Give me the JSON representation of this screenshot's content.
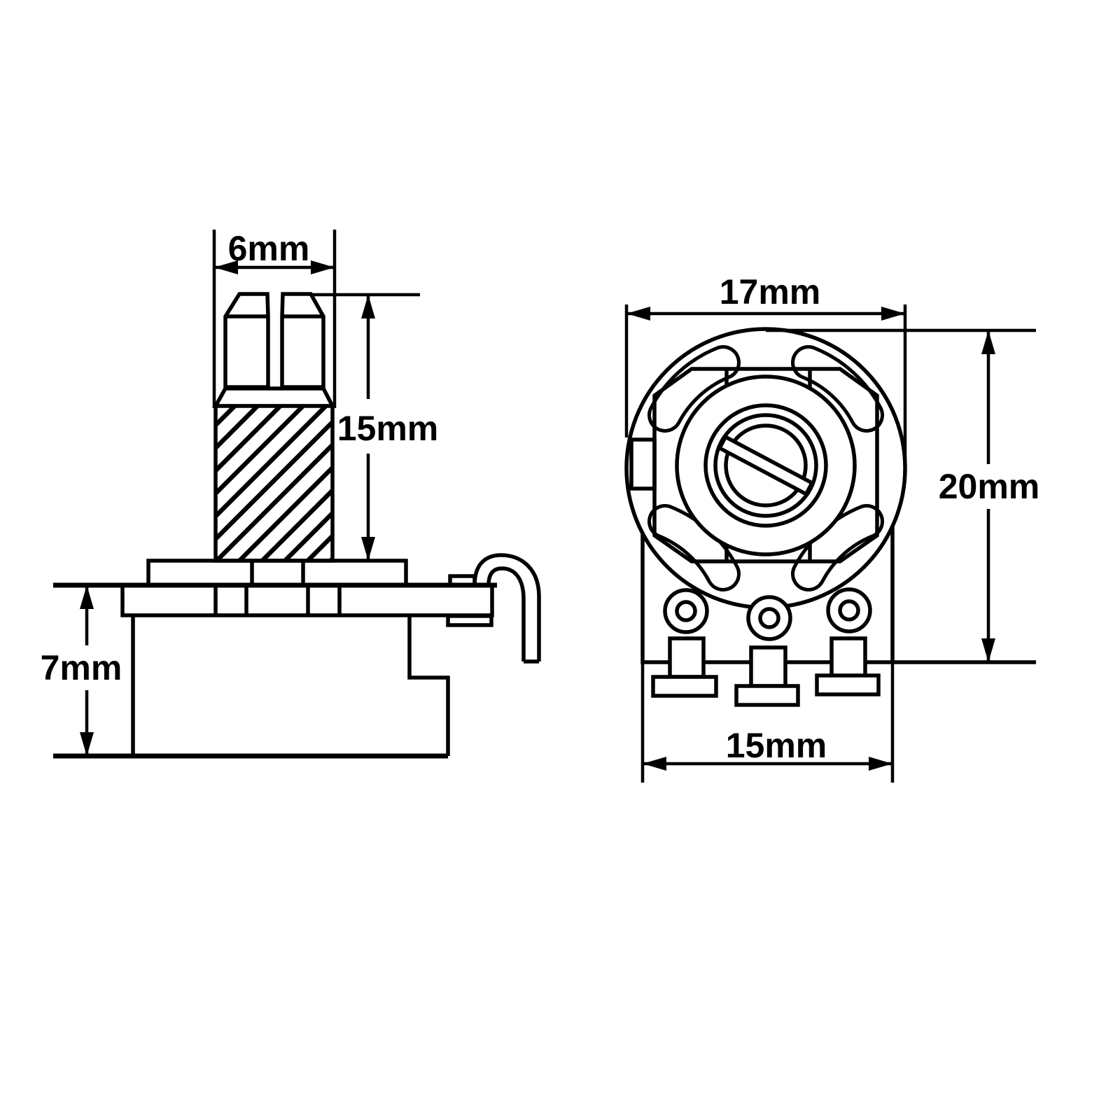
{
  "drawing": {
    "background_color": "#ffffff",
    "line_color": "#000000",
    "side_view": {
      "shaft_diameter_label": "6mm",
      "shaft_length_label": "15mm",
      "body_depth_label": "7mm"
    },
    "front_view": {
      "body_width_label": "17mm",
      "overall_height_label": "20mm",
      "terminal_span_label": "15mm"
    }
  }
}
